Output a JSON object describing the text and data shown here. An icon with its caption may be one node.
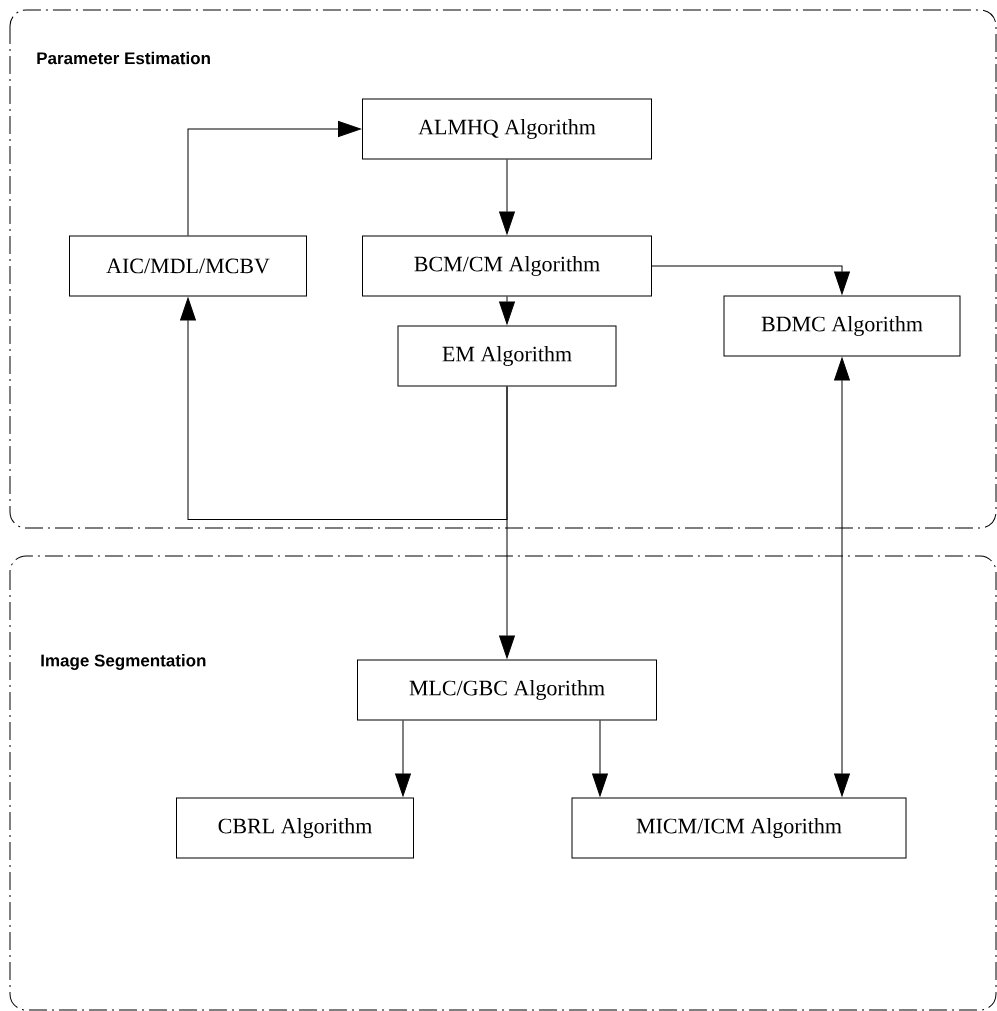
{
  "diagram": {
    "nodes": [
      {
        "text": [
          "Parameter Estimation"
        ]
      },
      {
        "text": [
          "ALMHQ Algorithm"
        ],
        "in": 0
      },
      {
        "text": [
          "AIC/MDL/MCBV"
        ],
        "in": 0
      },
      {
        "text": [
          "BCM/CM Algorithm"
        ],
        "in": 0
      },
      {
        "text": [
          "BDMC Algorithm"
        ],
        "in": 0
      },
      {
        "text": [
          "EM Algorithm"
        ],
        "in": 0
      },
      {
        "text": [
          "Image Segmentation"
        ]
      },
      {
        "text": [
          "MLC/GBC Algorithm"
        ],
        "in": 6
      },
      {
        "text": [
          "CBRL Algorithm"
        ],
        "in": 6
      },
      {
        "text": [
          "MICM/ICM Algorithm"
        ],
        "in": 6
      }
    ],
    "edges": [
      {
        "from": 2,
        "to": 1,
        "arrow": "to"
      },
      {
        "from": 1,
        "to": 3,
        "arrow": "to"
      },
      {
        "from": 3,
        "to": 4,
        "arrow": "to"
      },
      {
        "from": 3,
        "to": 5,
        "arrow": "to"
      },
      {
        "from": 5,
        "to": 2,
        "arrow": "to"
      },
      {
        "from": 5,
        "to": 7,
        "arrow": "to"
      },
      {
        "from": 4,
        "to": 9,
        "arrow": "both"
      },
      {
        "from": 7,
        "to": 8,
        "arrow": "to"
      },
      {
        "from": 7,
        "to": 9,
        "arrow": "to"
      }
    ]
  }
}
